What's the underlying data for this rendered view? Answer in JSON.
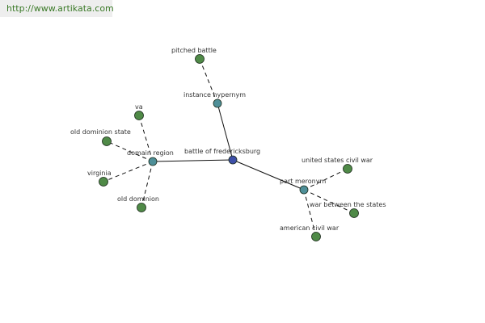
{
  "banner": {
    "url": "http://www.artikata.com"
  },
  "colors": {
    "center": "#3d4fa8",
    "relation": "#4e8f98",
    "leaf": "#4f8a47",
    "edge": "#111111",
    "url_text": "#3b7a28"
  },
  "nodes": [
    {
      "id": "battle-of-fredericksburg",
      "label": "battle of fredericksburg",
      "kind": "center"
    },
    {
      "id": "instance-hypernym",
      "label": "instance hypernym",
      "kind": "relation"
    },
    {
      "id": "domain-region",
      "label": "domain region",
      "kind": "relation"
    },
    {
      "id": "part-meronym",
      "label": "part meronym",
      "kind": "relation"
    },
    {
      "id": "pitched-battle",
      "label": "pitched battle",
      "kind": "leaf"
    },
    {
      "id": "va",
      "label": "va",
      "kind": "leaf"
    },
    {
      "id": "old-dominion-state",
      "label": "old dominion state",
      "kind": "leaf"
    },
    {
      "id": "virginia",
      "label": "virginia",
      "kind": "leaf"
    },
    {
      "id": "old-dominion",
      "label": "old dominion",
      "kind": "leaf"
    },
    {
      "id": "united-states-civil-war",
      "label": "united states civil war",
      "kind": "leaf"
    },
    {
      "id": "war-between-the-states",
      "label": "war between the states",
      "kind": "leaf"
    },
    {
      "id": "american-civil-war",
      "label": "american civil war",
      "kind": "leaf"
    }
  ],
  "edges": [
    {
      "from": "battle-of-fredericksburg",
      "to": "instance-hypernym",
      "style": "solid"
    },
    {
      "from": "battle-of-fredericksburg",
      "to": "domain-region",
      "style": "solid"
    },
    {
      "from": "battle-of-fredericksburg",
      "to": "part-meronym",
      "style": "solid"
    },
    {
      "from": "instance-hypernym",
      "to": "pitched-battle",
      "style": "dashed"
    },
    {
      "from": "domain-region",
      "to": "va",
      "style": "dashed"
    },
    {
      "from": "domain-region",
      "to": "old-dominion-state",
      "style": "dashed"
    },
    {
      "from": "domain-region",
      "to": "virginia",
      "style": "dashed"
    },
    {
      "from": "domain-region",
      "to": "old-dominion",
      "style": "dashed"
    },
    {
      "from": "part-meronym",
      "to": "united-states-civil-war",
      "style": "dashed"
    },
    {
      "from": "part-meronym",
      "to": "war-between-the-states",
      "style": "dashed"
    },
    {
      "from": "part-meronym",
      "to": "american-civil-war",
      "style": "dashed"
    }
  ]
}
